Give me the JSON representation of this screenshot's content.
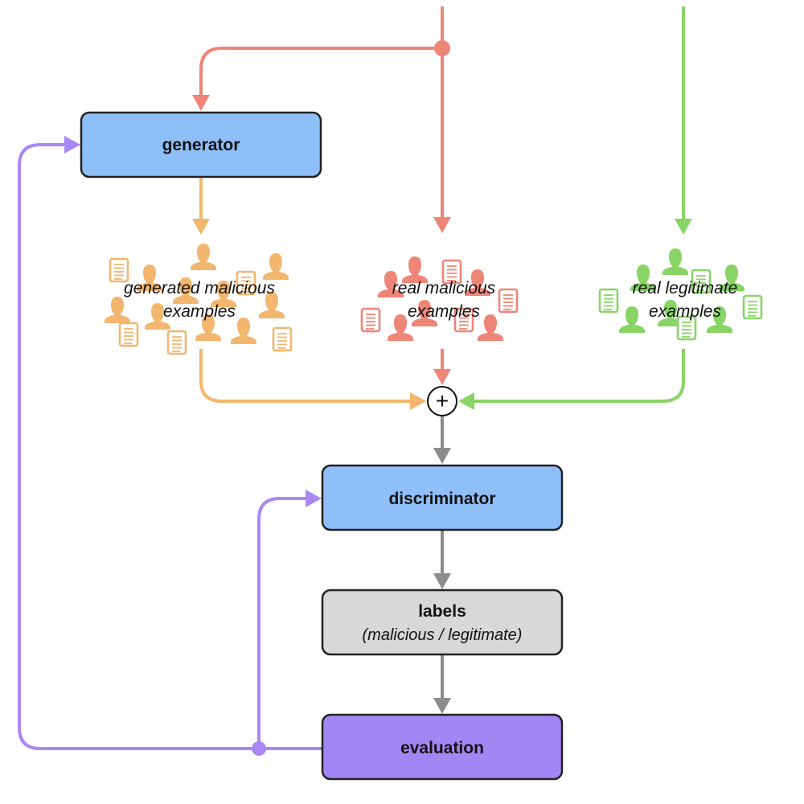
{
  "nodes": {
    "generator": {
      "label": "generator"
    },
    "discriminator": {
      "label": "discriminator"
    },
    "labels": {
      "label": "labels",
      "sublabel": "(malicious / legitimate)"
    },
    "evaluation": {
      "label": "evaluation"
    }
  },
  "clusters": {
    "generated": {
      "line1": "generated malicious",
      "line2": "examples"
    },
    "real_malicious": {
      "line1": "real malicious",
      "line2": "examples"
    },
    "real_legitimate": {
      "line1": "real legitimate",
      "line2": "examples"
    }
  },
  "combine_symbol": "+",
  "colors": {
    "malicious": "#ee8577",
    "legitimate": "#88d566",
    "generated": "#f2b66e",
    "feedback": "#a987f4",
    "flow": "#8c8c8c",
    "model_fill": "#8fbff9",
    "labels_fill": "#d8d8d8",
    "evaluation_fill": "#a286f4"
  },
  "icons": [
    "person-icon",
    "document-icon"
  ]
}
